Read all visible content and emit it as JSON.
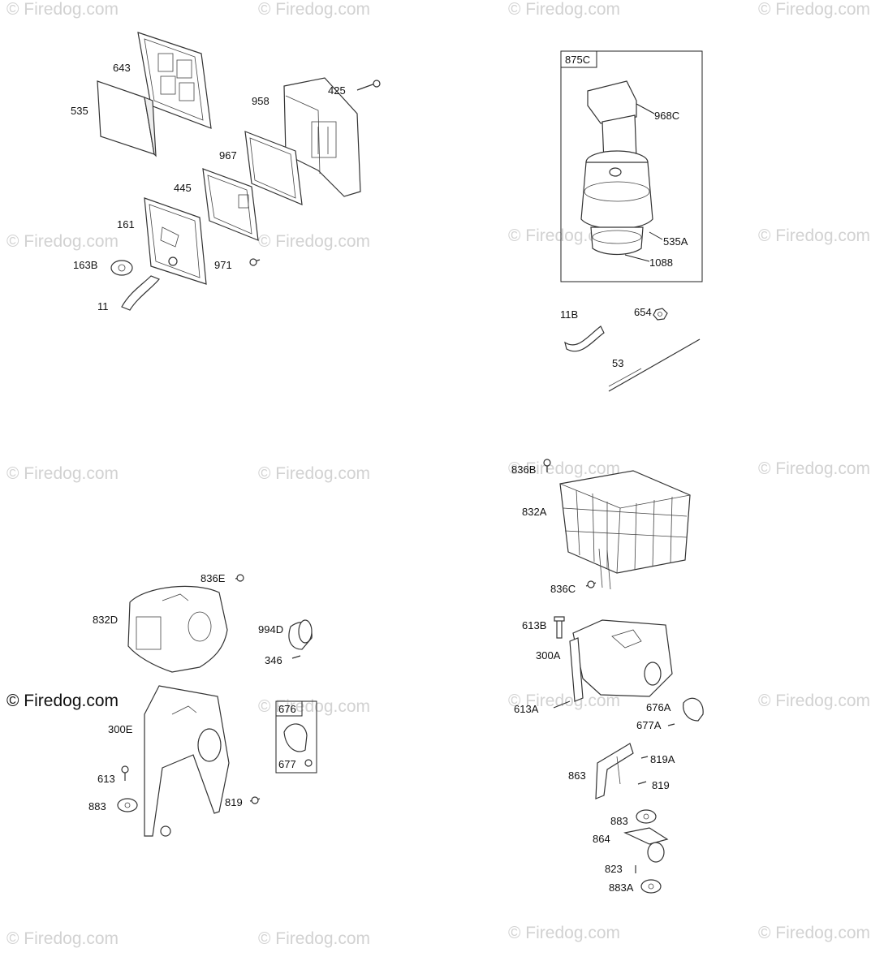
{
  "watermark": {
    "text": "© Firedog.com",
    "bold_text": "© Firedog.com",
    "color": "#d2d2d2"
  },
  "labels": {
    "p643": "643",
    "p535": "535",
    "p958": "958",
    "p425": "425",
    "p967": "967",
    "p445": "445",
    "p161": "161",
    "p163B": "163B",
    "p971": "971",
    "p11": "11",
    "p875C": "875C",
    "p968C": "968C",
    "p535A": "535A",
    "p1088": "1088",
    "p11B": "11B",
    "p654": "654",
    "p53": "53",
    "p836E": "836E",
    "p832D": "832D",
    "p994D": "994D",
    "p346": "346",
    "p300E": "300E",
    "p676": "676",
    "p677": "677",
    "p613": "613",
    "p883": "883",
    "p819": "819",
    "p836B": "836B",
    "p832A": "832A",
    "p836C": "836C",
    "p613B": "613B",
    "p300A": "300A",
    "p613A": "613A",
    "p676A": "676A",
    "p677A": "677A",
    "p819A": "819A",
    "p863": "863",
    "p819b": "819",
    "p883b": "883",
    "p864": "864",
    "p823": "823",
    "p883A": "883A"
  }
}
